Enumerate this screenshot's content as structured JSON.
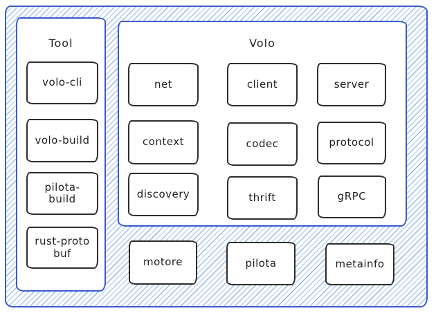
{
  "diagram": {
    "tool": {
      "title": "Tool",
      "items": [
        {
          "label": "volo-cli"
        },
        {
          "label": "volo-build"
        },
        {
          "label": "pilota-build"
        },
        {
          "label": "rust-protobuf"
        }
      ]
    },
    "volo": {
      "title": "Volo",
      "items": [
        {
          "label": "net"
        },
        {
          "label": "client"
        },
        {
          "label": "server"
        },
        {
          "label": "context"
        },
        {
          "label": "codec"
        },
        {
          "label": "protocol"
        },
        {
          "label": "discovery"
        },
        {
          "label": "thrift"
        },
        {
          "label": "gRPC"
        }
      ]
    },
    "bottom_items": [
      {
        "label": "motore"
      },
      {
        "label": "pilota"
      },
      {
        "label": "metainfo"
      }
    ],
    "colors": {
      "frame_border": "#3b5bd0",
      "hatch_line": "#bdd6f2",
      "hatch_line_dark": "#80a8de",
      "box_border": "#2d2d2d",
      "text": "#1e1e1e",
      "panel_fill": "#ffffff"
    }
  }
}
